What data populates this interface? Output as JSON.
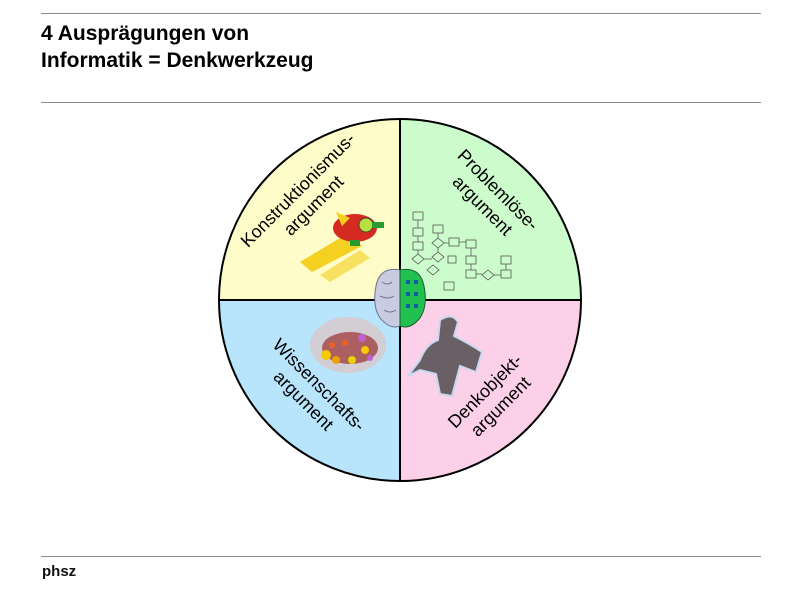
{
  "slide": {
    "title_line1": "4 Ausprägungen von",
    "title_line2": "Informatik = Denkwerkzeug",
    "footer": "phsz"
  },
  "diagram": {
    "quadrants": [
      {
        "id": "top-left",
        "line1": "Konstruktionismus-",
        "line2": "argument",
        "color": "#fefcc8",
        "image": "lego-robot"
      },
      {
        "id": "top-right",
        "line1": "Problemlöse-",
        "line2": "argument",
        "color": "#ccfccc",
        "image": "flowchart"
      },
      {
        "id": "bottom-left",
        "line1": "Wissenschafts-",
        "line2": "argument",
        "color": "#b8e4fc",
        "image": "network-cluster"
      },
      {
        "id": "bottom-right",
        "line1": "Denkobjekt-",
        "line2": "argument",
        "color": "#fcd0e8",
        "image": "dog-figure"
      }
    ],
    "center_image": "brain"
  }
}
